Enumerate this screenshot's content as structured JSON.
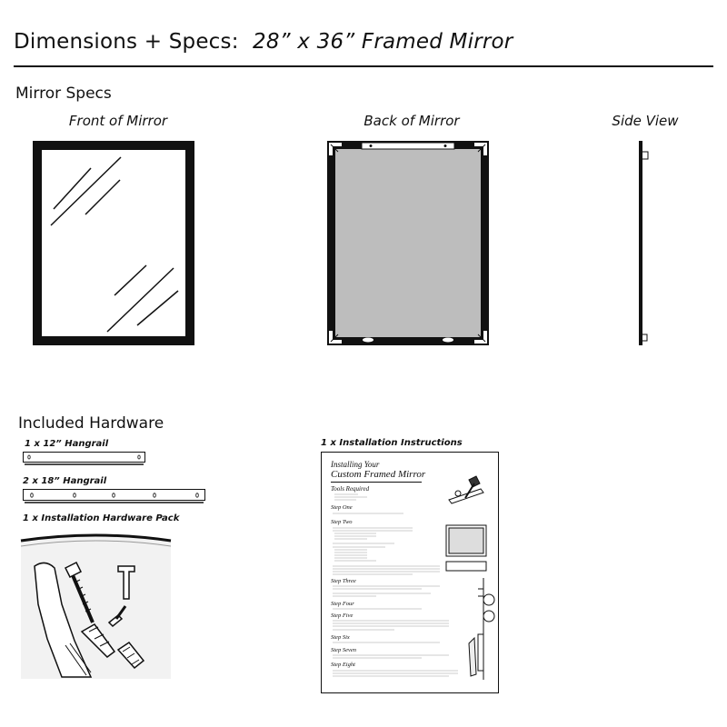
{
  "header": {
    "title": "Dimensions + Specs:",
    "subtitle": "28” x 36” Framed Mirror"
  },
  "mirror_specs": {
    "heading": "Mirror Specs",
    "views": [
      {
        "label": "Front of Mirror",
        "icon": "mirror-front-icon"
      },
      {
        "label": "Back of Mirror",
        "icon": "mirror-back-icon"
      },
      {
        "label": "Side View",
        "icon": "mirror-side-icon"
      }
    ]
  },
  "hardware": {
    "heading": "Included Hardware",
    "items": [
      {
        "label": "1 x 12” Hangrail",
        "icon": "hangrail-12-icon"
      },
      {
        "label": "2 x 18” Hangrail",
        "icon": "hangrail-18-icon"
      },
      {
        "label": "1 x Installation Hardware Pack",
        "icon": "hardware-pack-icon"
      }
    ],
    "instructions_label": "1 x Installation Instructions"
  },
  "instructions_doc": {
    "title_line1": "Installing Your",
    "title_line2": "Custom Framed Mirror",
    "tools_heading": "Tools Required",
    "steps": [
      "Step One",
      "Step Two",
      "Step Three",
      "Step Four",
      "Step Five",
      "Step Six",
      "Step Seven",
      "Step Eight"
    ]
  },
  "colors": {
    "ink": "#111111",
    "mirror_back": "#bdbdbd",
    "bag": "#f2f2f2"
  }
}
